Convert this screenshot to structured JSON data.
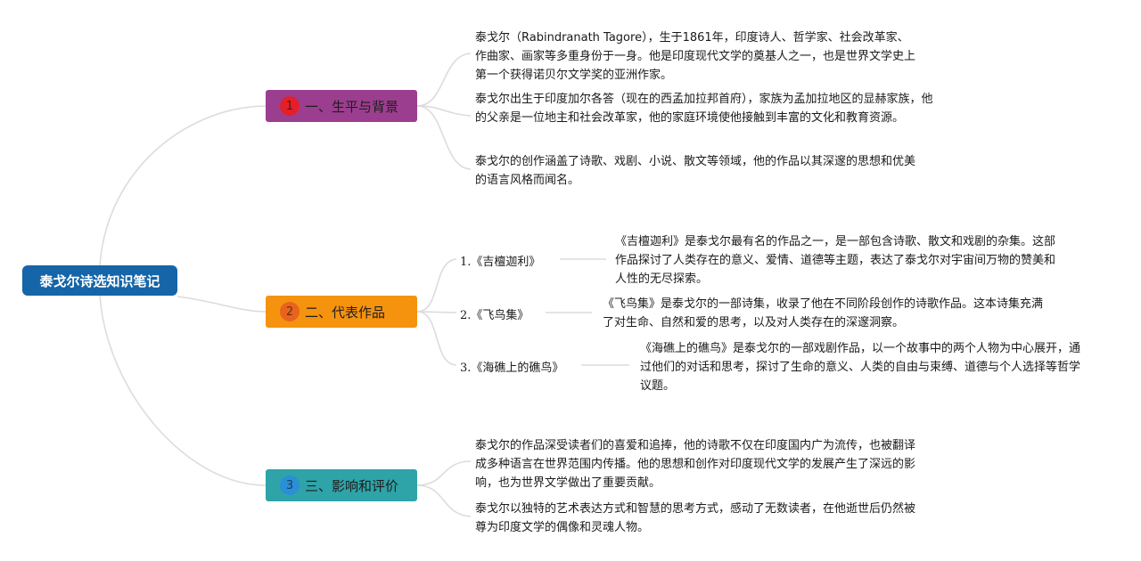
{
  "root": {
    "label": "泰戈尔诗选知识笔记"
  },
  "colors": {
    "root": "#1565a8",
    "topic1": "#9c3e8f",
    "topic2": "#f5920e",
    "topic3": "#2ea3a8",
    "line": "#dcdcdc"
  },
  "topics": [
    {
      "number": "1",
      "label": "一、生平与背景",
      "color": "#9c3e8f",
      "badge_color": "#e3202a",
      "leaves": [
        "泰戈尔（Rabindranath Tagore），生于1861年，印度诗人、哲学家、社会改革家、作曲家、画家等多重身份于一身。他是印度现代文学的奠基人之一，也是世界文学史上第一个获得诺贝尔文学奖的亚洲作家。",
        "泰戈尔出生于印度加尔各答（现在的西孟加拉邦首府），家族为孟加拉地区的显赫家族，他的父亲是一位地主和社会改革家，他的家庭环境使他接触到丰富的文化和教育资源。",
        "泰戈尔的创作涵盖了诗歌、戏剧、小说、散文等领域，他的作品以其深邃的思想和优美的语言风格而闻名。"
      ]
    },
    {
      "number": "2",
      "label": "二、代表作品",
      "color": "#f5920e",
      "badge_color": "#e8641e",
      "works": [
        {
          "title": "1.《吉檀迦利》",
          "desc": "《吉檀迦利》是泰戈尔最有名的作品之一，是一部包含诗歌、散文和戏剧的杂集。这部作品探讨了人类存在的意义、爱情、道德等主题，表达了泰戈尔对宇宙间万物的赞美和人性的无尽探索。"
        },
        {
          "title": "2.《飞鸟集》",
          "desc": "《飞鸟集》是泰戈尔的一部诗集，收录了他在不同阶段创作的诗歌作品。这本诗集充满了对生命、自然和爱的思考，以及对人类存在的深邃洞察。"
        },
        {
          "title": "3.《海礁上的礁鸟》",
          "desc": "《海礁上的礁鸟》是泰戈尔的一部戏剧作品，以一个故事中的两个人物为中心展开，通过他们的对话和思考，探讨了生命的意义、人类的自由与束缚、道德与个人选择等哲学议题。"
        }
      ]
    },
    {
      "number": "3",
      "label": "三、影响和评价",
      "color": "#2ea3a8",
      "badge_color": "#2a8fd6",
      "leaves": [
        "泰戈尔的作品深受读者们的喜爱和追捧，他的诗歌不仅在印度国内广为流传，也被翻译成多种语言在世界范围内传播。他的思想和创作对印度现代文学的发展产生了深远的影响，也为世界文学做出了重要贡献。",
        "泰戈尔以独特的艺术表达方式和智慧的思考方式，感动了无数读者，在他逝世后仍然被尊为印度文学的偶像和灵魂人物。"
      ]
    }
  ]
}
